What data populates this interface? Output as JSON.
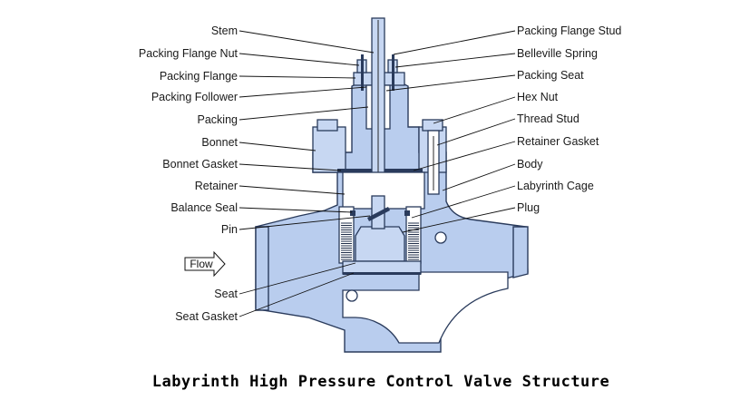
{
  "title": "Labyrinth High Pressure Control Valve Structure",
  "flow_label": "Flow",
  "left_labels": [
    "Stem",
    "Packing Flange Nut",
    "Packing Flange",
    "Packing Follower",
    "Packing",
    "Bonnet",
    "Bonnet Gasket",
    "Retainer",
    "Balance Seal",
    "Pin",
    "Seat",
    "Seat Gasket"
  ],
  "right_labels": [
    "Packing Flange Stud",
    "Belleville Spring",
    "Packing Seat",
    "Hex Nut",
    "Thread Stud",
    "Retainer Gasket",
    "Body",
    "Labyrinth Cage",
    "Plug"
  ],
  "colors": {
    "body": "#b9cdee",
    "outline": "#2a3b5c",
    "background": "#ffffff"
  }
}
